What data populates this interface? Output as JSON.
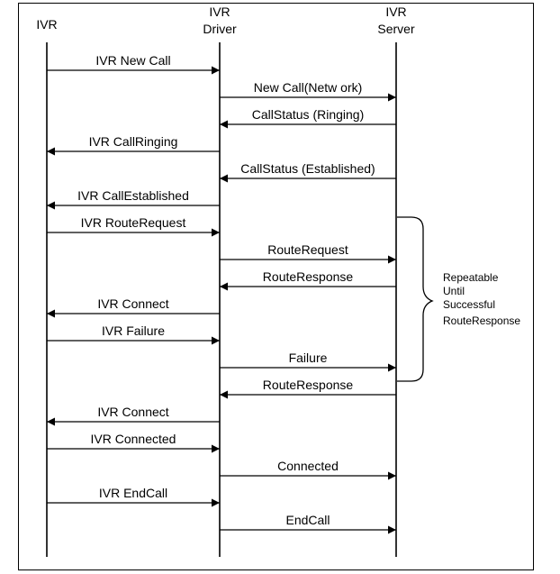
{
  "participants": [
    {
      "id": "ivr",
      "lines": [
        "IVR"
      ]
    },
    {
      "id": "driver",
      "lines": [
        "IVR",
        "Driver"
      ]
    },
    {
      "id": "server",
      "lines": [
        "IVR",
        "Server"
      ]
    }
  ],
  "messages": [
    {
      "label": "IVR New Call",
      "from": "ivr",
      "to": "driver"
    },
    {
      "label": "New Call(Netw ork)",
      "from": "driver",
      "to": "server"
    },
    {
      "label": "CallStatus  (Ringing)",
      "from": "server",
      "to": "driver"
    },
    {
      "label": "IVR  CallRinging",
      "from": "driver",
      "to": "ivr"
    },
    {
      "label": "CallStatus  (Established)",
      "from": "server",
      "to": "driver"
    },
    {
      "label": "IVR  CallEstablished",
      "from": "driver",
      "to": "ivr"
    },
    {
      "label": "IVR RouteRequest",
      "from": "ivr",
      "to": "driver"
    },
    {
      "label": "RouteRequest",
      "from": "driver",
      "to": "server"
    },
    {
      "label": "RouteResponse",
      "from": "server",
      "to": "driver"
    },
    {
      "label": "IVR Connect",
      "from": "driver",
      "to": "ivr"
    },
    {
      "label": "IVR Failure",
      "from": "ivr",
      "to": "driver"
    },
    {
      "label": "Failure",
      "from": "driver",
      "to": "server"
    },
    {
      "label": "RouteResponse",
      "from": "server",
      "to": "driver"
    },
    {
      "label": "IVR Connect",
      "from": "driver",
      "to": "ivr"
    },
    {
      "label": "IVR Connected",
      "from": "ivr",
      "to": "driver"
    },
    {
      "label": "Connected",
      "from": "driver",
      "to": "server"
    },
    {
      "label": "IVR  EndCall",
      "from": "ivr",
      "to": "driver"
    },
    {
      "label": "EndCall",
      "from": "driver",
      "to": "server"
    }
  ],
  "repeat_note": {
    "lines": [
      "Repeatable",
      "Until",
      "Successful",
      "RouteResponse"
    ]
  }
}
